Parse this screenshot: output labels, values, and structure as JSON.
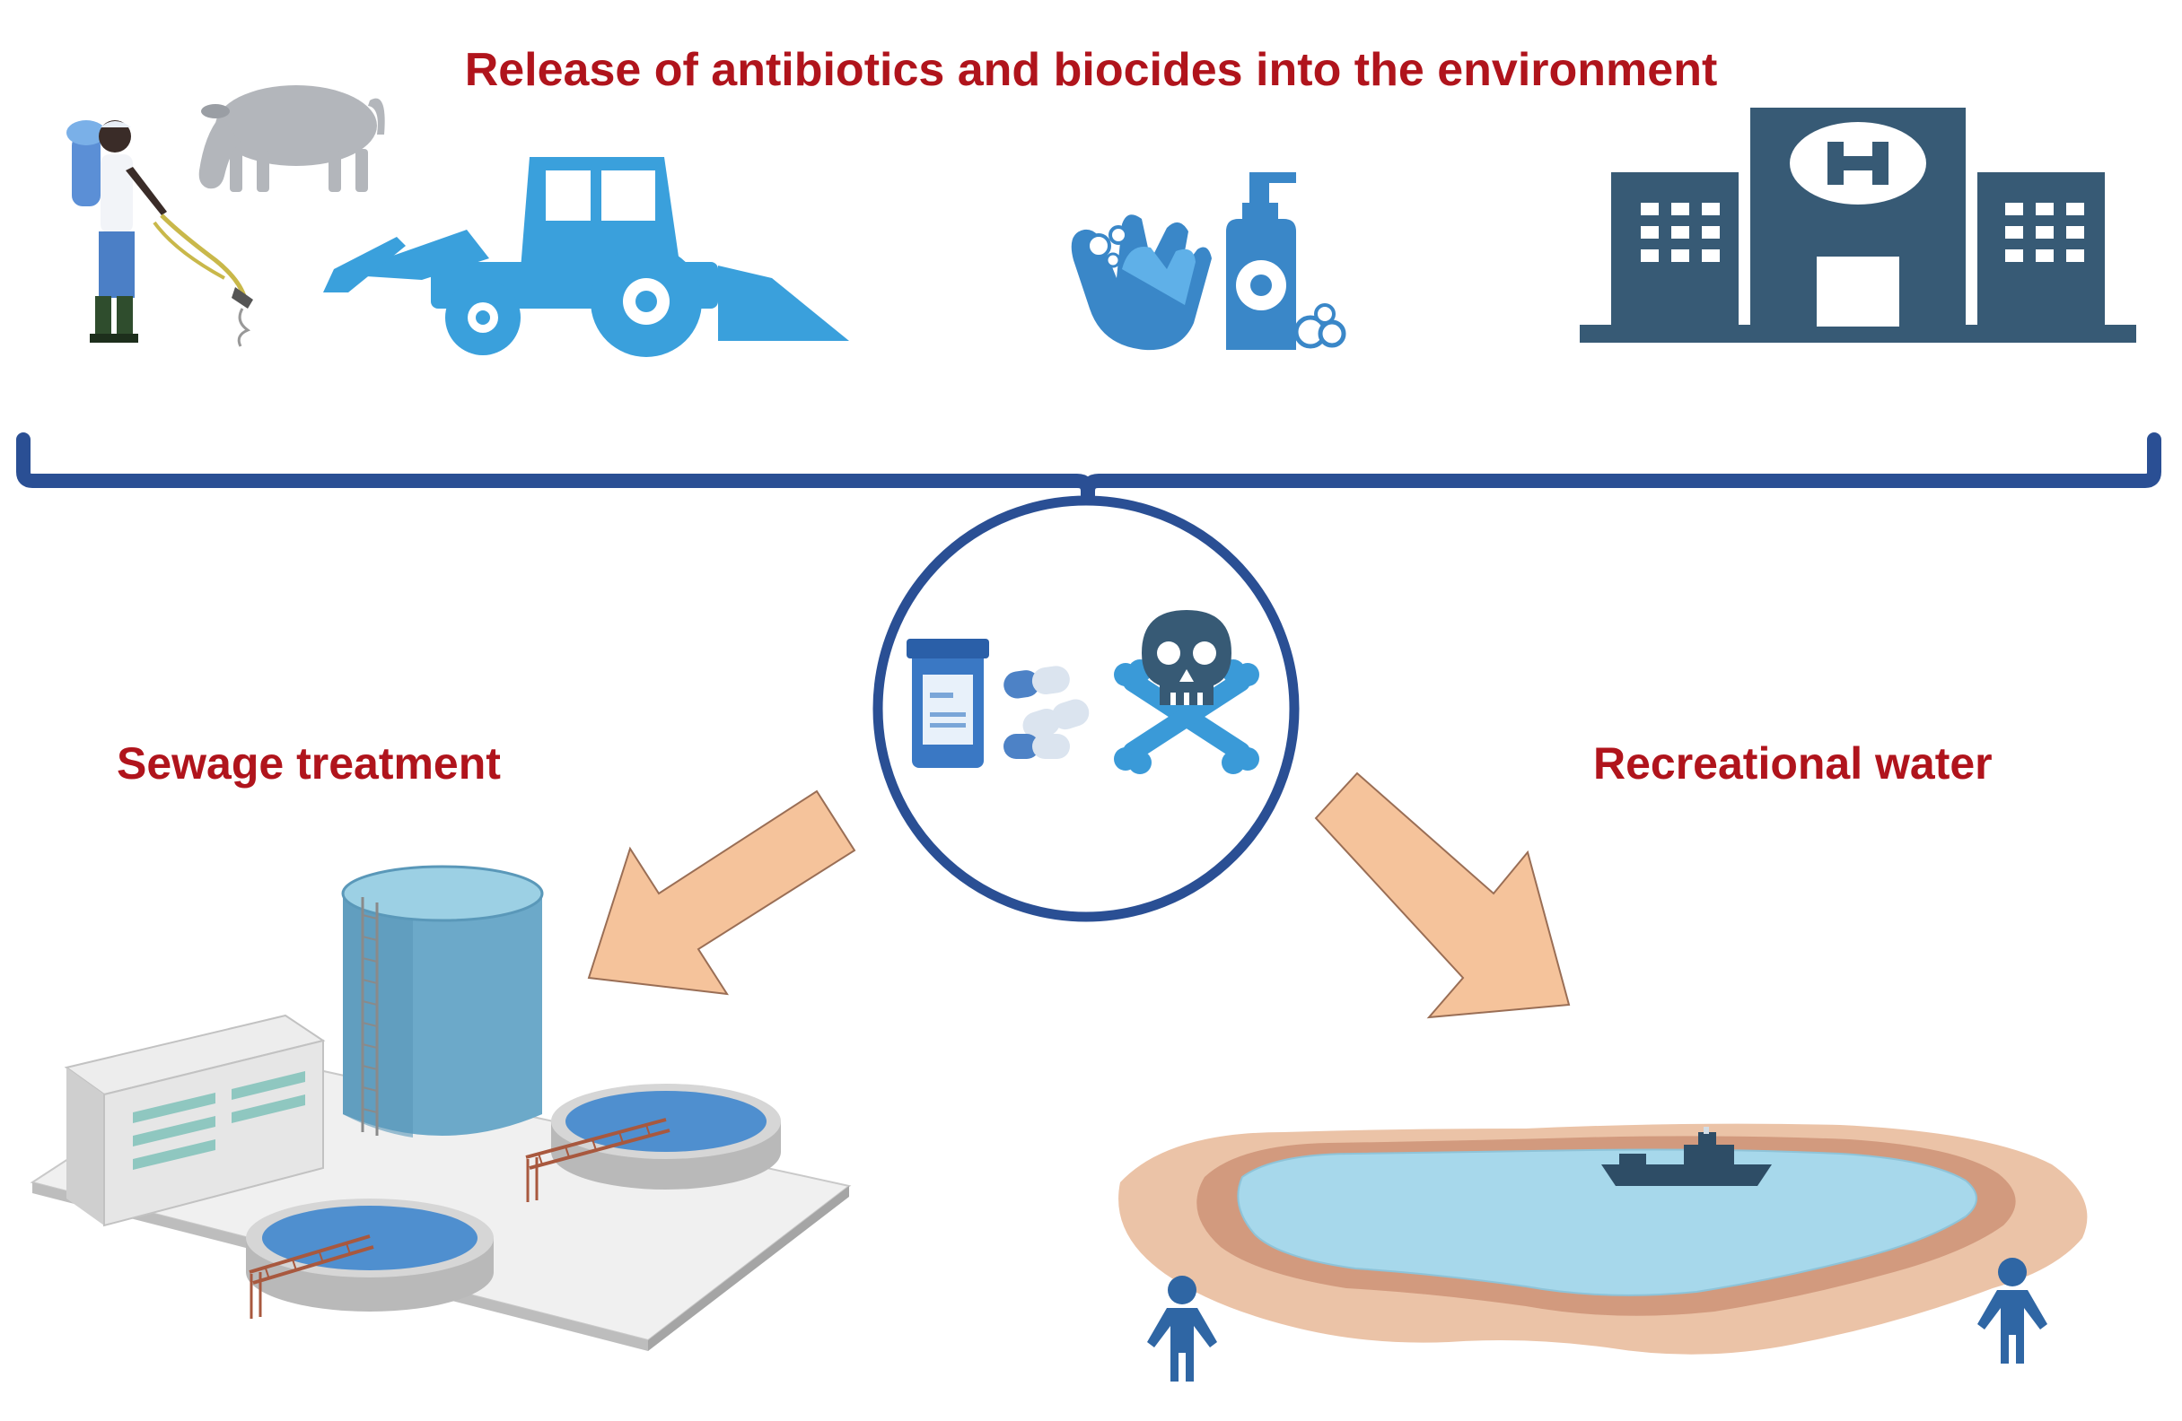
{
  "title": "Release of antibiotics and biocides into the environment",
  "sewage": {
    "label": "Sewage treatment"
  },
  "recreational": {
    "label": "Recreational water"
  },
  "icons": {
    "sources": [
      "farmer-sprayer-icon",
      "cow-icon",
      "tractor-icon",
      "hand-washing-icon",
      "soap-dispenser-icon",
      "hospital-icon"
    ],
    "center": [
      "medicine-bottle-icon",
      "capsule-icon",
      "skull-crossbones-icon"
    ],
    "destinations": [
      "sewage-treatment-plant-icon",
      "lake-icon",
      "boat-icon",
      "person-icon"
    ]
  },
  "colors": {
    "text_accent": "#b0141c",
    "bracket": "#2a4f94",
    "icon_blue": "#3a9ad8",
    "hospital": "#375a75",
    "arrow": "#f5c39b",
    "water": "#a7d8eb",
    "sand": "#e7b497"
  }
}
